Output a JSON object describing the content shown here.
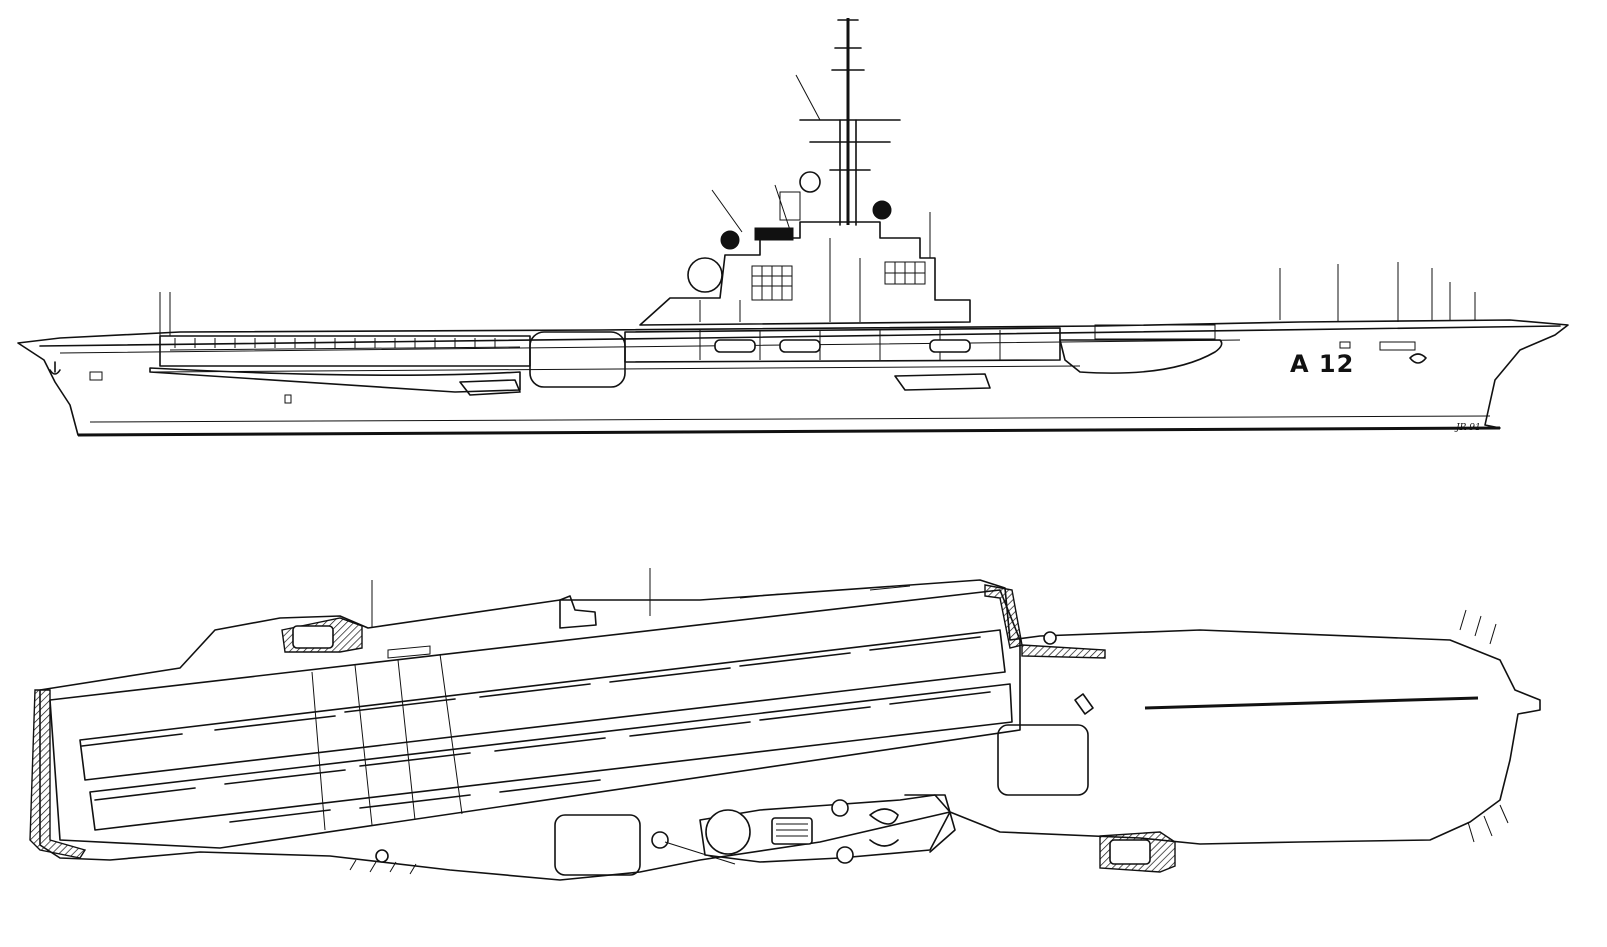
{
  "figure": {
    "views": [
      {
        "view": "profile"
      },
      {
        "view": "plan"
      }
    ],
    "hull_number": "A 12",
    "signature": "JR 91"
  }
}
